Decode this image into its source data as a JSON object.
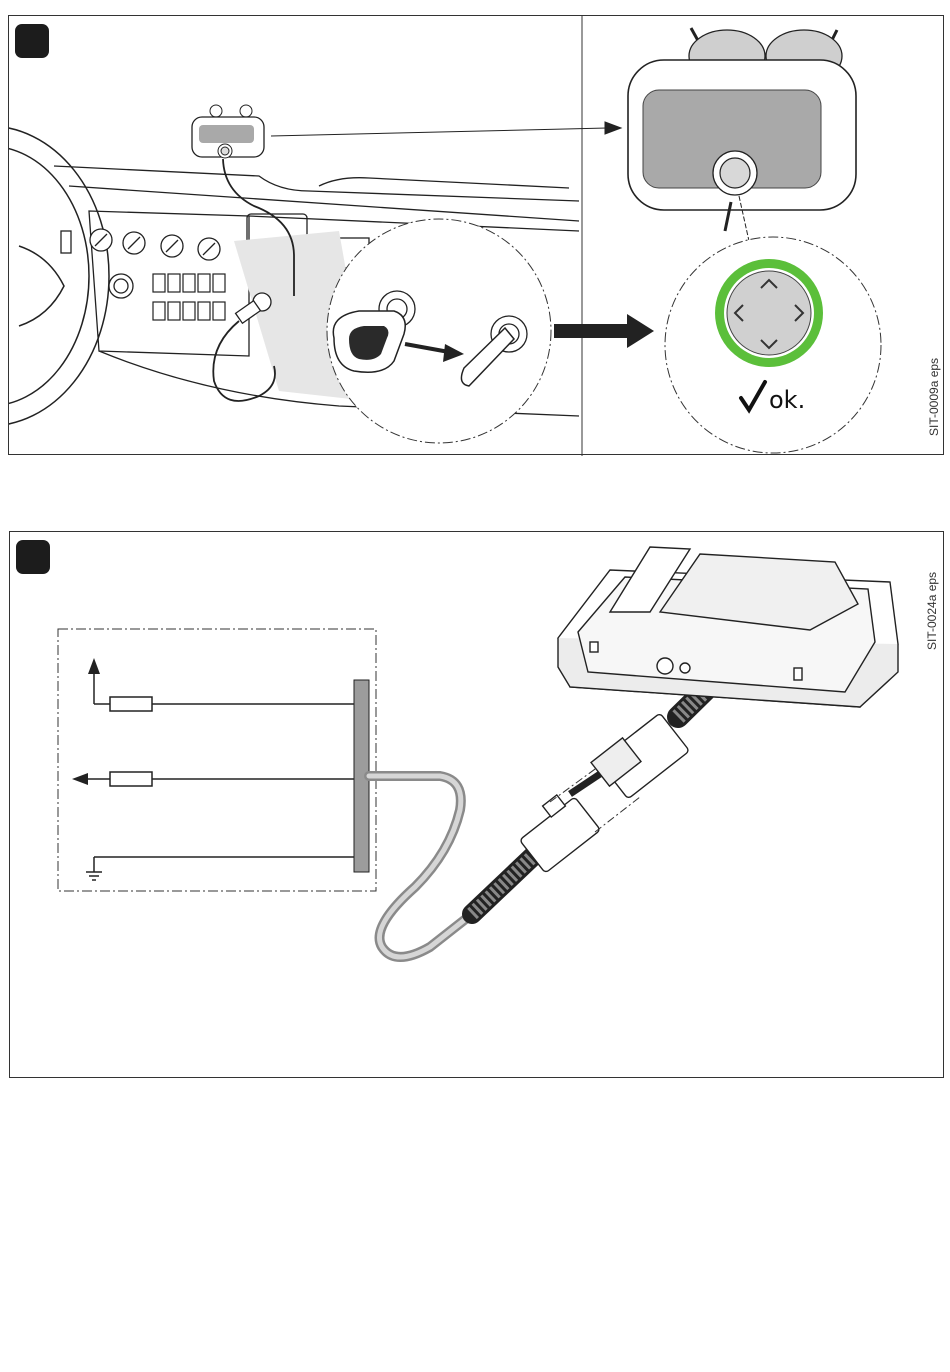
{
  "figure1": {
    "id_label": "SIT-0009a eps",
    "ok_label": "ok."
  },
  "figure2": {
    "id_label": "SIT-0024a eps"
  },
  "colors": {
    "ring_green": "#5bbf3a",
    "screen_gray": "#a9a9a9",
    "badge": "#1c1c1c",
    "line": "#222222"
  },
  "icons": [
    "check-icon",
    "arrow-right-icon",
    "ground-icon",
    "fuse-icon",
    "arrow-up-icon",
    "arrow-left-icon",
    "chevron-up-icon",
    "chevron-down-icon",
    "chevron-left-icon",
    "chevron-right-icon"
  ]
}
